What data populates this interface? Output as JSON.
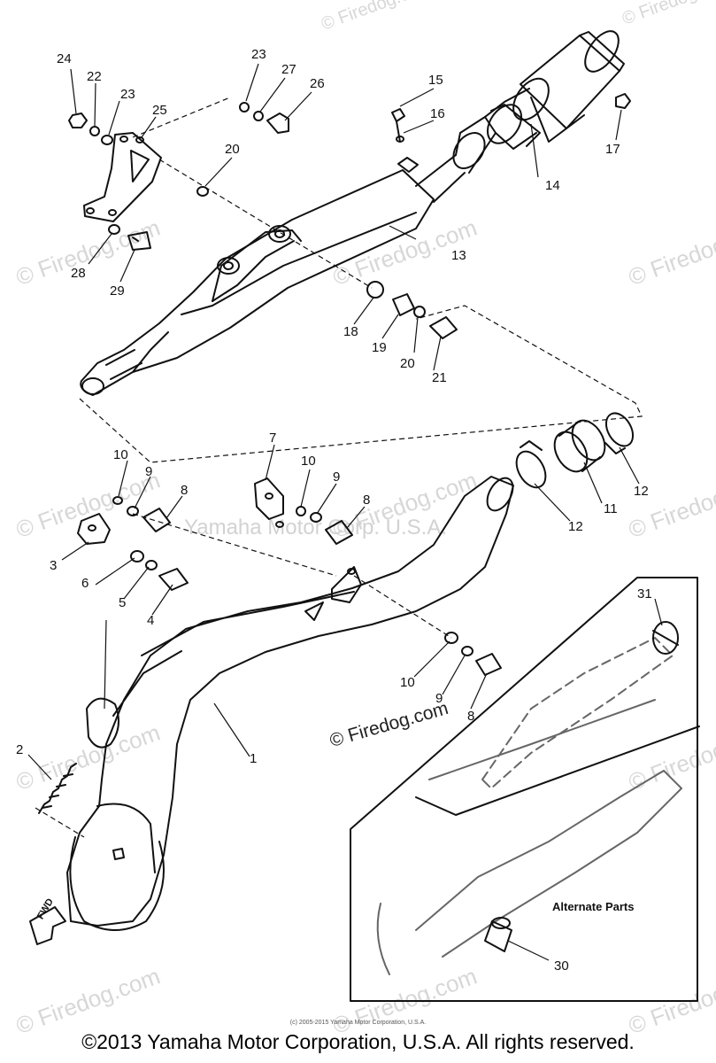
{
  "watermarks": {
    "site": "© Firedog.com",
    "corp": "Yamaha Motor Corp. U.S.A."
  },
  "overlay_mark": "© Firedog.com",
  "callouts": [
    "24",
    "22",
    "23",
    "25",
    "23",
    "27",
    "26",
    "15",
    "16",
    "17",
    "14",
    "20",
    "13",
    "28",
    "29",
    "18",
    "19",
    "20",
    "19",
    "21",
    "10",
    "9",
    "8",
    "7",
    "10",
    "9",
    "8",
    "3",
    "6",
    "5",
    "4",
    "12",
    "11",
    "12",
    "31",
    "10",
    "9",
    "8",
    "1",
    "2",
    "30"
  ],
  "inset": {
    "label": "Alternate Parts"
  },
  "fwd_label": "FWD",
  "small_copyright": "(c) 2005-2015 Yamaha Motor Corporation, U.S.A.",
  "footer": "©2013 Yamaha Motor Corporation, U.S.A. All rights reserved."
}
